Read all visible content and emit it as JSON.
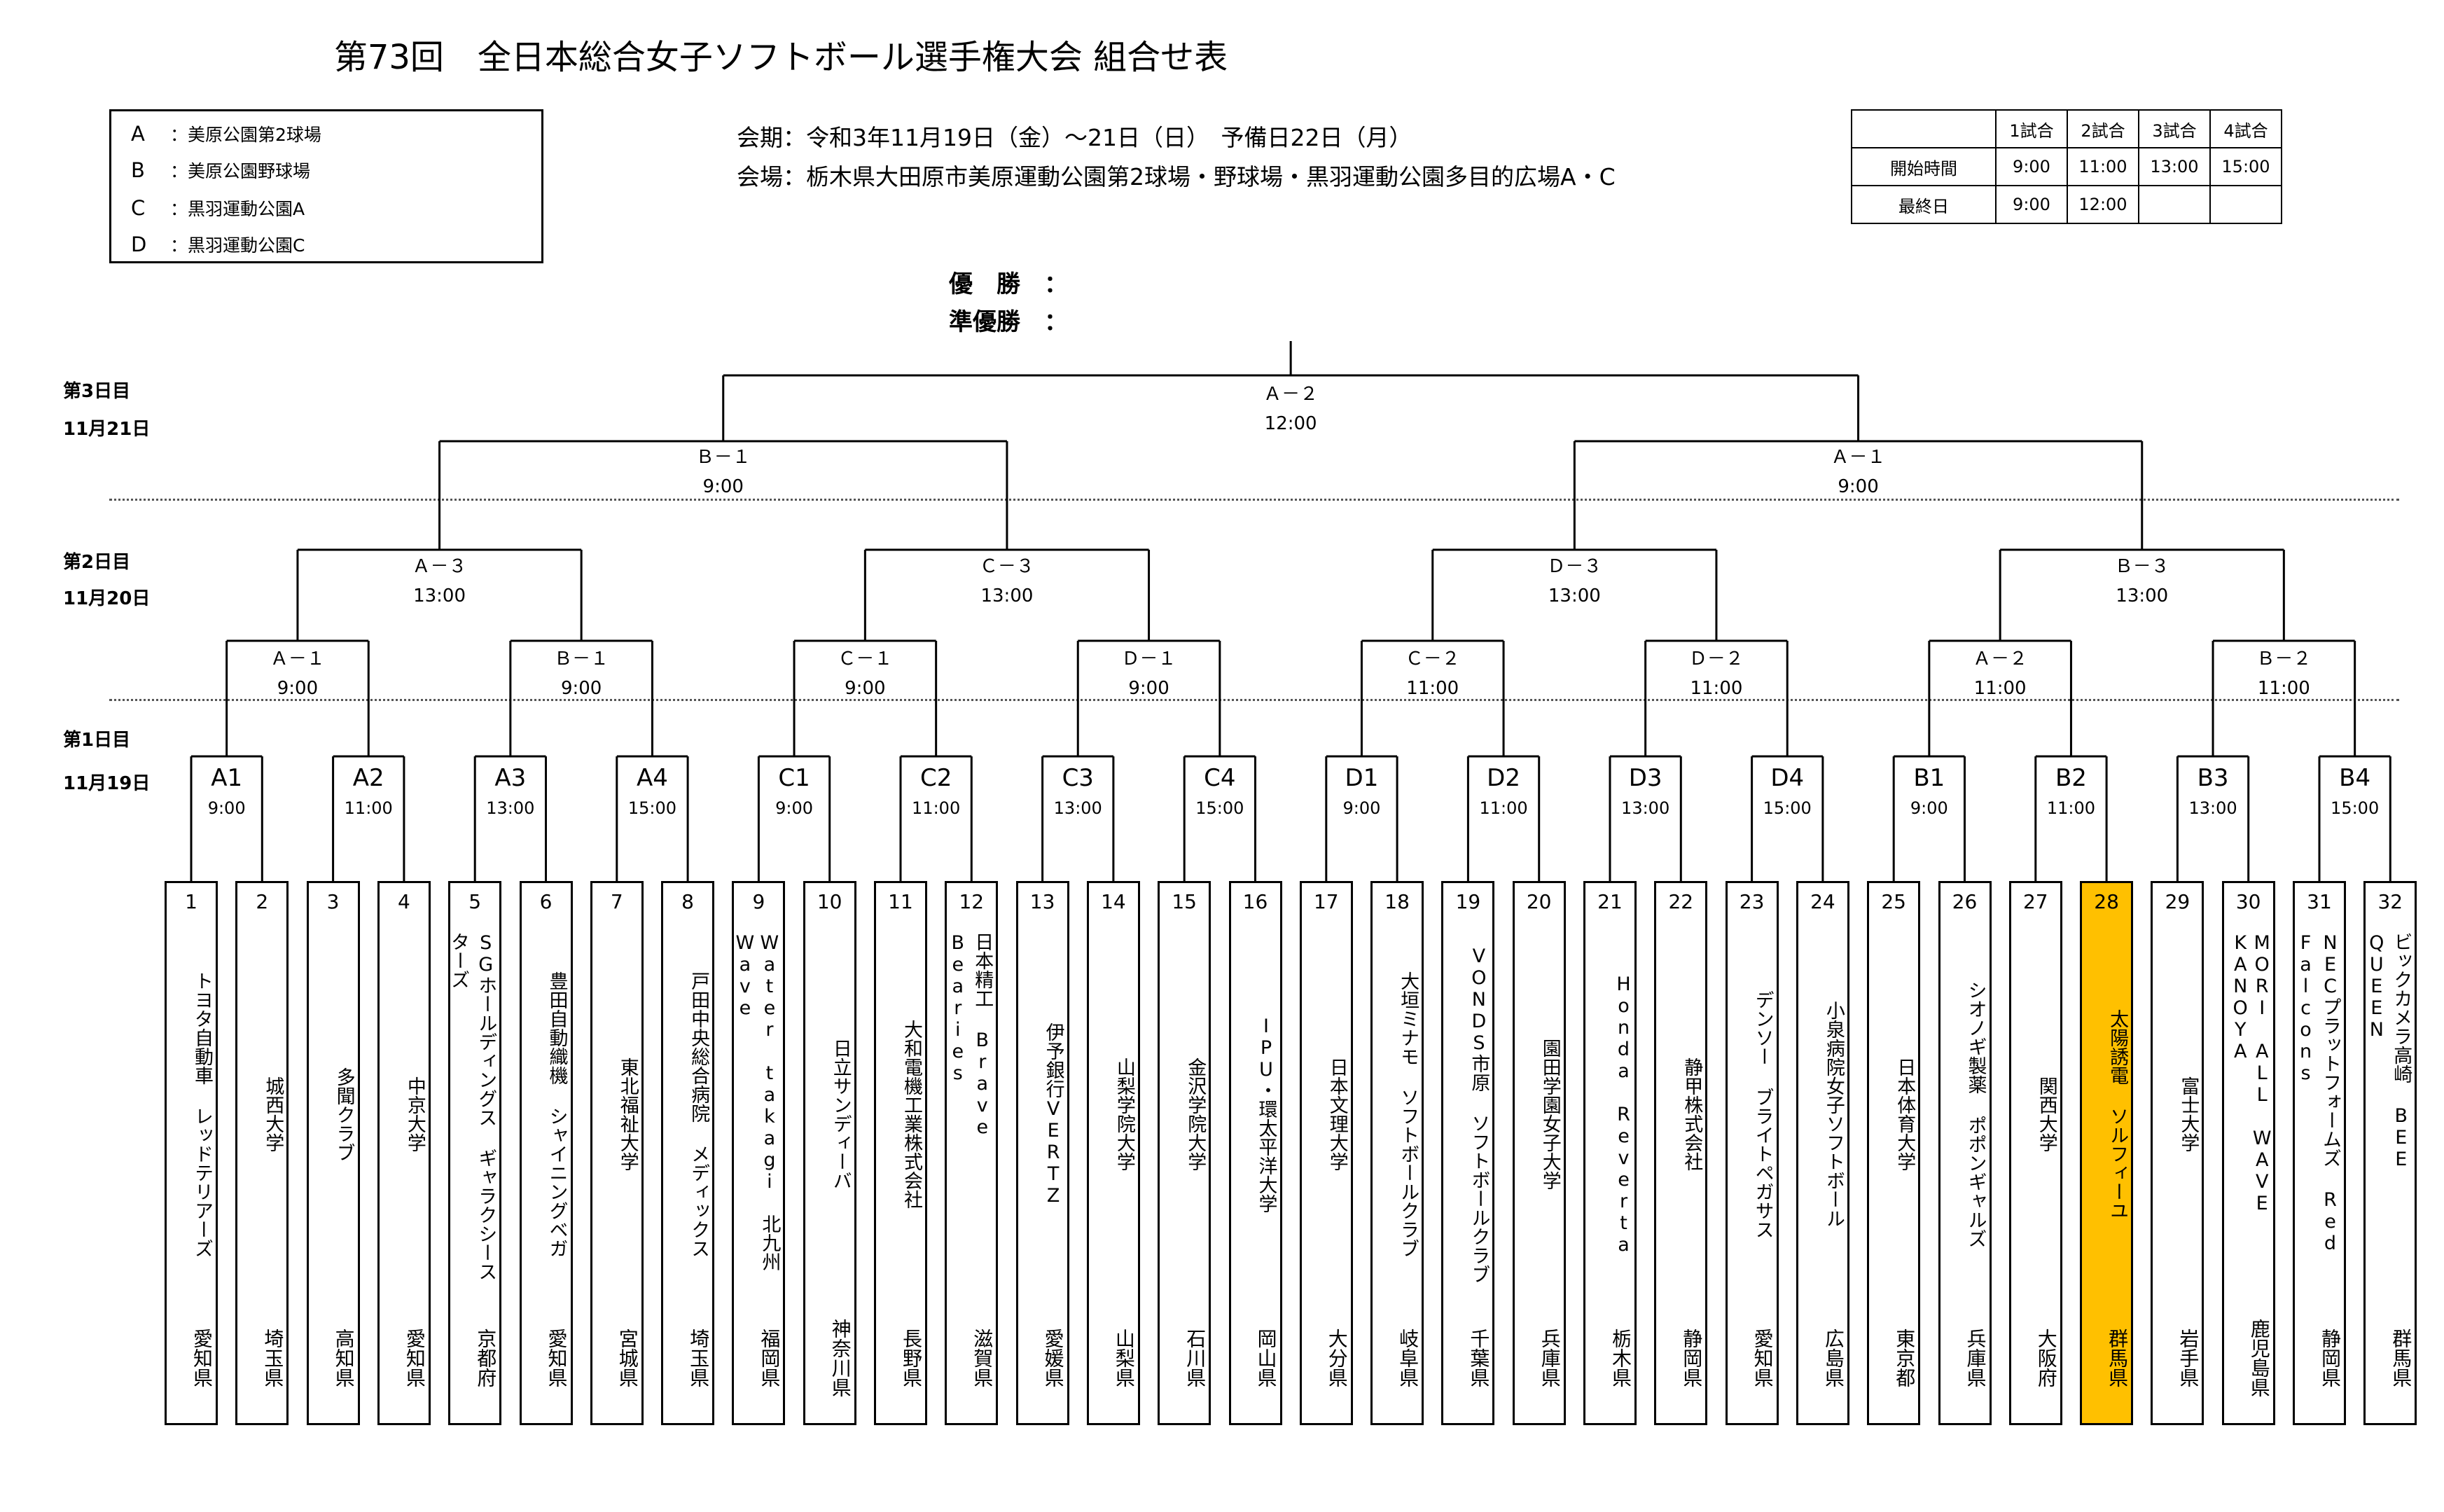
{
  "title": "第73回　全日本総合女子ソフトボール選手権大会 組合せ表",
  "legend": [
    {
      "key": "A",
      "text": "：美原公園第2球場"
    },
    {
      "key": "B",
      "text": "：美原公園野球場"
    },
    {
      "key": "C",
      "text": "：黒羽運動公園A"
    },
    {
      "key": "D",
      "text": "：黒羽運動公園C"
    }
  ],
  "info": {
    "period": "会期：令和3年11月19日（金）～21日（日）　予備日22日（月）",
    "venue": "会場：栃木県大田原市美原運動公園第2球場・野球場・黒羽運動公園多目的広場A・C"
  },
  "schedule": {
    "headers": [
      "",
      "1試合",
      "2試合",
      "3試合",
      "4試合"
    ],
    "rows": [
      [
        "開始時間",
        "9:00",
        "11:00",
        "13:00",
        "15:00"
      ],
      [
        "最終日",
        "9:00",
        "12:00",
        "",
        ""
      ]
    ]
  },
  "winners": {
    "champion": "優　勝　：",
    "runner_up": "準優勝　："
  },
  "days": [
    {
      "label": "第3日目",
      "date": "11月21日"
    },
    {
      "label": "第2日目",
      "date": "11月20日"
    },
    {
      "label": "第1日目",
      "date": "11月19日"
    }
  ],
  "final": {
    "label": "Ａ－２",
    "time": "12:00"
  },
  "semis": [
    {
      "label": "Ｂ－１",
      "time": "9:00"
    },
    {
      "label": "Ａ－１",
      "time": "9:00"
    }
  ],
  "quarters": [
    {
      "label": "Ａ－３",
      "time": "13:00"
    },
    {
      "label": "Ｃ－３",
      "time": "13:00"
    },
    {
      "label": "Ｄ－３",
      "time": "13:00"
    },
    {
      "label": "Ｂ－３",
      "time": "13:00"
    }
  ],
  "round2": [
    {
      "label": "Ａ－１",
      "time": "9:00"
    },
    {
      "label": "Ｂ－１",
      "time": "9:00"
    },
    {
      "label": "Ｃ－１",
      "time": "9:00"
    },
    {
      "label": "Ｄ－１",
      "time": "9:00"
    },
    {
      "label": "Ｃ－２",
      "time": "11:00"
    },
    {
      "label": "Ｄ－２",
      "time": "11:00"
    },
    {
      "label": "Ａ－２",
      "time": "11:00"
    },
    {
      "label": "Ｂ－２",
      "time": "11:00"
    }
  ],
  "round1": [
    {
      "label": "A1",
      "time": "9:00"
    },
    {
      "label": "A2",
      "time": "11:00"
    },
    {
      "label": "A3",
      "time": "13:00"
    },
    {
      "label": "A4",
      "time": "15:00"
    },
    {
      "label": "C1",
      "time": "9:00"
    },
    {
      "label": "C2",
      "time": "11:00"
    },
    {
      "label": "C3",
      "time": "13:00"
    },
    {
      "label": "C4",
      "time": "15:00"
    },
    {
      "label": "D1",
      "time": "9:00"
    },
    {
      "label": "D2",
      "time": "11:00"
    },
    {
      "label": "D3",
      "time": "13:00"
    },
    {
      "label": "D4",
      "time": "15:00"
    },
    {
      "label": "B1",
      "time": "9:00"
    },
    {
      "label": "B2",
      "time": "11:00"
    },
    {
      "label": "B3",
      "time": "13:00"
    },
    {
      "label": "B4",
      "time": "15:00"
    }
  ],
  "highlight_color": "#ffc000",
  "teams": [
    {
      "num": "1",
      "name": "トヨタ自動車 レッドテリアーズ",
      "pref": "愛知県"
    },
    {
      "num": "2",
      "name": "城西大学",
      "pref": "埼玉県"
    },
    {
      "num": "3",
      "name": "多聞クラブ",
      "pref": "高知県"
    },
    {
      "num": "4",
      "name": "中京大学",
      "pref": "愛知県"
    },
    {
      "num": "5",
      "name": "SGホールディングス ギャラクシースターズ",
      "pref": "京都府"
    },
    {
      "num": "6",
      "name": "豊田自動織機 シャイニングベガ",
      "pref": "愛知県"
    },
    {
      "num": "7",
      "name": "東北福祉大学",
      "pref": "宮城県"
    },
    {
      "num": "8",
      "name": "戸田中央総合病院 メディックス",
      "pref": "埼玉県"
    },
    {
      "num": "9",
      "name": "Water takagi 北九州 Wave",
      "pref": "福岡県"
    },
    {
      "num": "10",
      "name": "日立サンディーバ",
      "pref": "神奈川県"
    },
    {
      "num": "11",
      "name": "大和電機工業株式会社",
      "pref": "長野県"
    },
    {
      "num": "12",
      "name": "日本精工 Brave Bearies",
      "pref": "滋賀県"
    },
    {
      "num": "13",
      "name": "伊予銀行VERTZ",
      "pref": "愛媛県"
    },
    {
      "num": "14",
      "name": "山梨学院大学",
      "pref": "山梨県"
    },
    {
      "num": "15",
      "name": "金沢学院大学",
      "pref": "石川県"
    },
    {
      "num": "16",
      "name": "IPU・環太平洋大学",
      "pref": "岡山県"
    },
    {
      "num": "17",
      "name": "日本文理大学",
      "pref": "大分県"
    },
    {
      "num": "18",
      "name": "大垣ミナモ ソフトボールクラブ",
      "pref": "岐阜県"
    },
    {
      "num": "19",
      "name": "VONDS市原 ソフトボールクラブ",
      "pref": "千葉県"
    },
    {
      "num": "20",
      "name": "園田学園女子大学",
      "pref": "兵庫県"
    },
    {
      "num": "21",
      "name": "Honda Reverta",
      "pref": "栃木県"
    },
    {
      "num": "22",
      "name": "静甲株式会社",
      "pref": "静岡県"
    },
    {
      "num": "23",
      "name": "デンソー ブライトペガサス",
      "pref": "愛知県"
    },
    {
      "num": "24",
      "name": "小泉病院女子ソフトボール",
      "pref": "広島県"
    },
    {
      "num": "25",
      "name": "日本体育大学",
      "pref": "東京都"
    },
    {
      "num": "26",
      "name": "シオノギ製薬 ポポンギャルズ",
      "pref": "兵庫県"
    },
    {
      "num": "27",
      "name": "関西大学",
      "pref": "大阪府"
    },
    {
      "num": "28",
      "name": "太陽誘電 ソルフィーユ",
      "pref": "群馬県",
      "highlight": true
    },
    {
      "num": "29",
      "name": "富士大学",
      "pref": "岩手県"
    },
    {
      "num": "30",
      "name": "MORI ALL WAVE KANOYA",
      "pref": "鹿児島県"
    },
    {
      "num": "31",
      "name": "NECプラットフォームズ Red Falcons",
      "pref": "静岡県"
    },
    {
      "num": "32",
      "name": "ビックカメラ高崎 BEE QUEEN",
      "pref": "群馬県"
    }
  ]
}
